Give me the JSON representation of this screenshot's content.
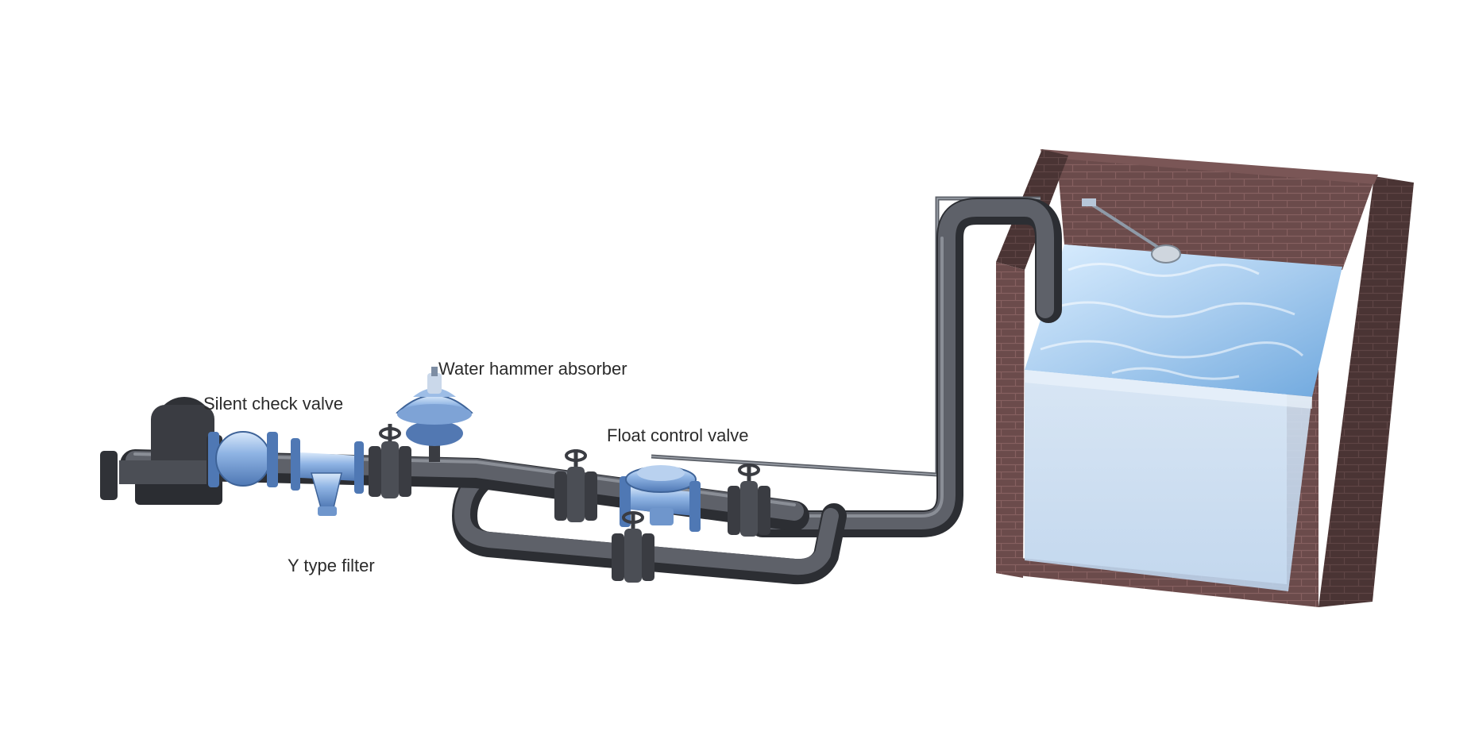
{
  "labels": {
    "silent_check_valve": "Silent check valve",
    "water_hammer_absorber": "Water hammer absorber",
    "float_control_valve": "Float control valve",
    "y_type_filter": "Y type filter"
  },
  "colors": {
    "pipe": "#4a4d55",
    "valve_body": "#7fa7d9",
    "water": "#a9cdef",
    "brick": "#5a4141"
  }
}
